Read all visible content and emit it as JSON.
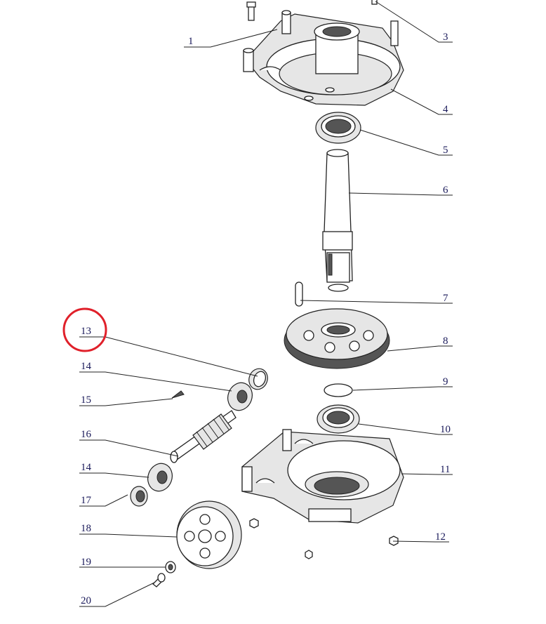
{
  "diagram": {
    "title": "Gearbox exploded view",
    "highlight_color": "#e0202a",
    "highlighted_callout": "13",
    "callouts": [
      {
        "id": "c1",
        "label": "1"
      },
      {
        "id": "c3",
        "label": "3"
      },
      {
        "id": "c4",
        "label": "4"
      },
      {
        "id": "c5",
        "label": "5"
      },
      {
        "id": "c6",
        "label": "6"
      },
      {
        "id": "c7",
        "label": "7"
      },
      {
        "id": "c8",
        "label": "8"
      },
      {
        "id": "c9",
        "label": "9"
      },
      {
        "id": "c10",
        "label": "10"
      },
      {
        "id": "c11",
        "label": "11"
      },
      {
        "id": "c12",
        "label": "12"
      },
      {
        "id": "c13",
        "label": "13"
      },
      {
        "id": "c14a",
        "label": "14"
      },
      {
        "id": "c15",
        "label": "15"
      },
      {
        "id": "c16",
        "label": "16"
      },
      {
        "id": "c14b",
        "label": "14"
      },
      {
        "id": "c17",
        "label": "17"
      },
      {
        "id": "c18",
        "label": "18"
      },
      {
        "id": "c19",
        "label": "19"
      },
      {
        "id": "c20",
        "label": "20"
      }
    ]
  }
}
